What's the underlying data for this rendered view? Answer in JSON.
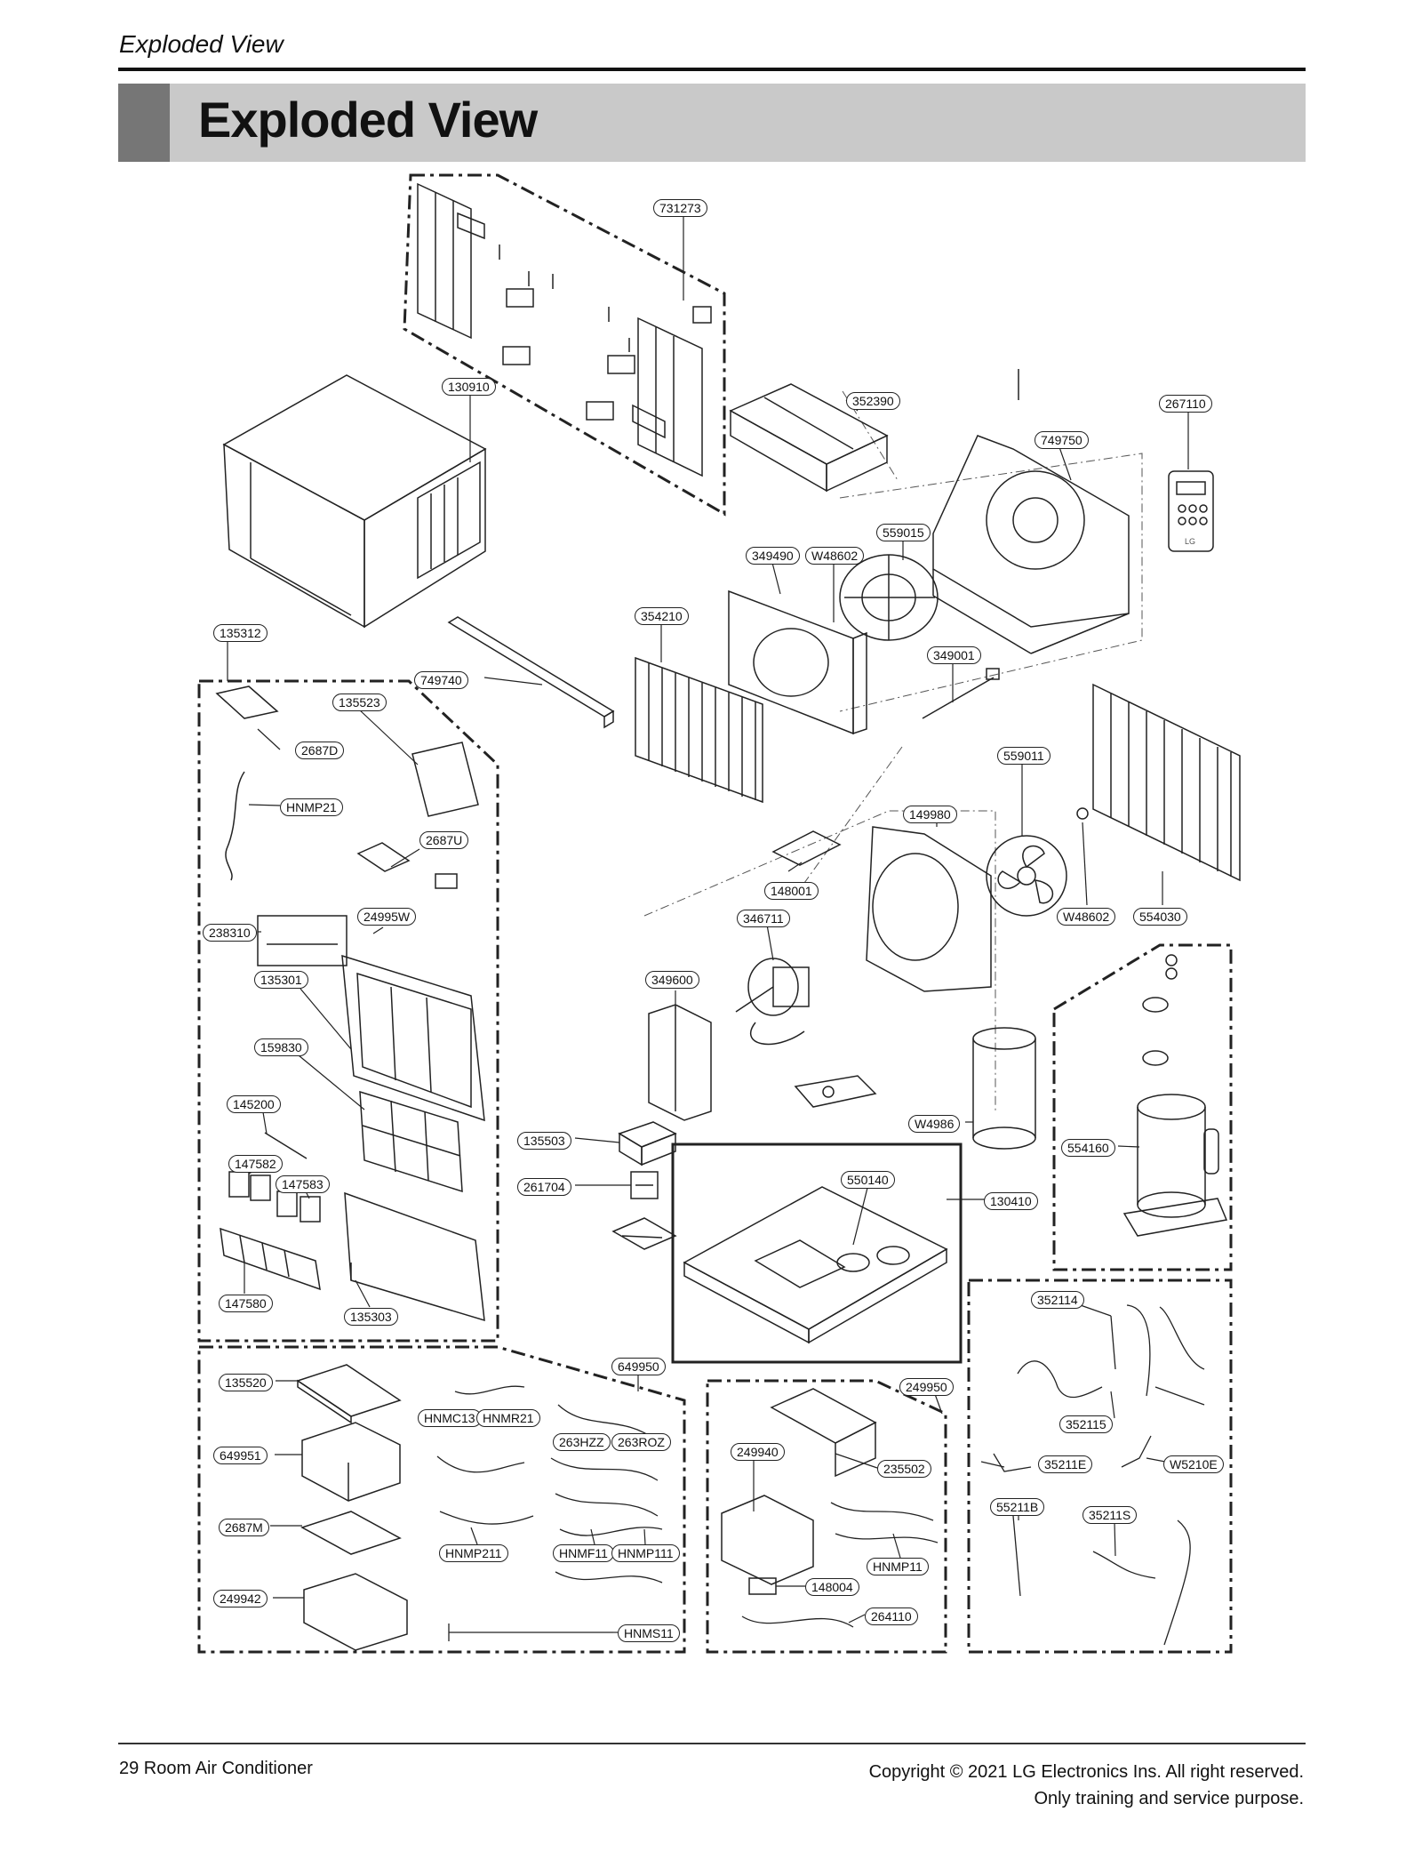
{
  "header": {
    "running_title": "Exploded View",
    "banner_title": "Exploded View"
  },
  "parts": [
    "731273",
    "130910",
    "352390",
    "267110",
    "749750",
    "559015",
    "349490",
    "W48602",
    "354210",
    "135312",
    "349001",
    "749740",
    "135523",
    "2687D",
    "559011",
    "HNMP21",
    "149980",
    "2687U",
    "148001",
    "346711",
    "W48602",
    "554030",
    "24995W",
    "238310",
    "135301",
    "349600",
    "159830",
    "W4986",
    "145200",
    "135503",
    "554160",
    "147582",
    "147583",
    "261704",
    "550140",
    "130410",
    "147580",
    "135303",
    "352114",
    "649950",
    "135520",
    "249950",
    "HNMC13",
    "HNMR21",
    "263HZZ",
    "263ROZ",
    "352115",
    "649951",
    "249940",
    "235502",
    "35211E",
    "W5210E",
    "55211B",
    "35211S",
    "2687M",
    "HNMP211",
    "HNMF11",
    "HNMP111",
    "HNMP11",
    "148004",
    "249942",
    "264110",
    "HNMS11"
  ],
  "remote_brand": "LG",
  "footer": {
    "left": "29 Room Air Conditioner",
    "right_line1": "Copyright © 2021 LG Electronics Ins. All right reserved.",
    "right_line2": "Only training and service purpose."
  }
}
